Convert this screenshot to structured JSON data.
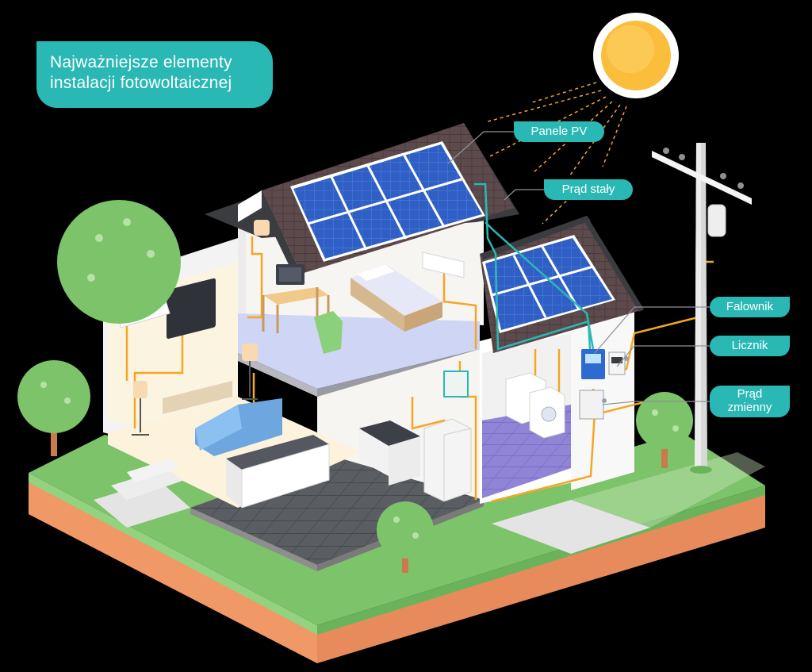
{
  "title": {
    "line1": "Najważniejsze elementy",
    "line2": "instalacji fotowoltaicznej"
  },
  "labels": {
    "pv_panels": "Panele PV",
    "direct_current": "Prąd stały",
    "inverter": "Falownik",
    "meter": "Licznik",
    "alternating_current_line1": "Prąd",
    "alternating_current_line2": "zmienny"
  },
  "colors": {
    "background": "#000000",
    "accent": "#2ab8b5",
    "wire_ac": "#f5a623",
    "wire_dc": "#2ab8b5",
    "sun": "#fbbd3c",
    "grass": "#7cc36a",
    "soil": "#e88b5c"
  }
}
